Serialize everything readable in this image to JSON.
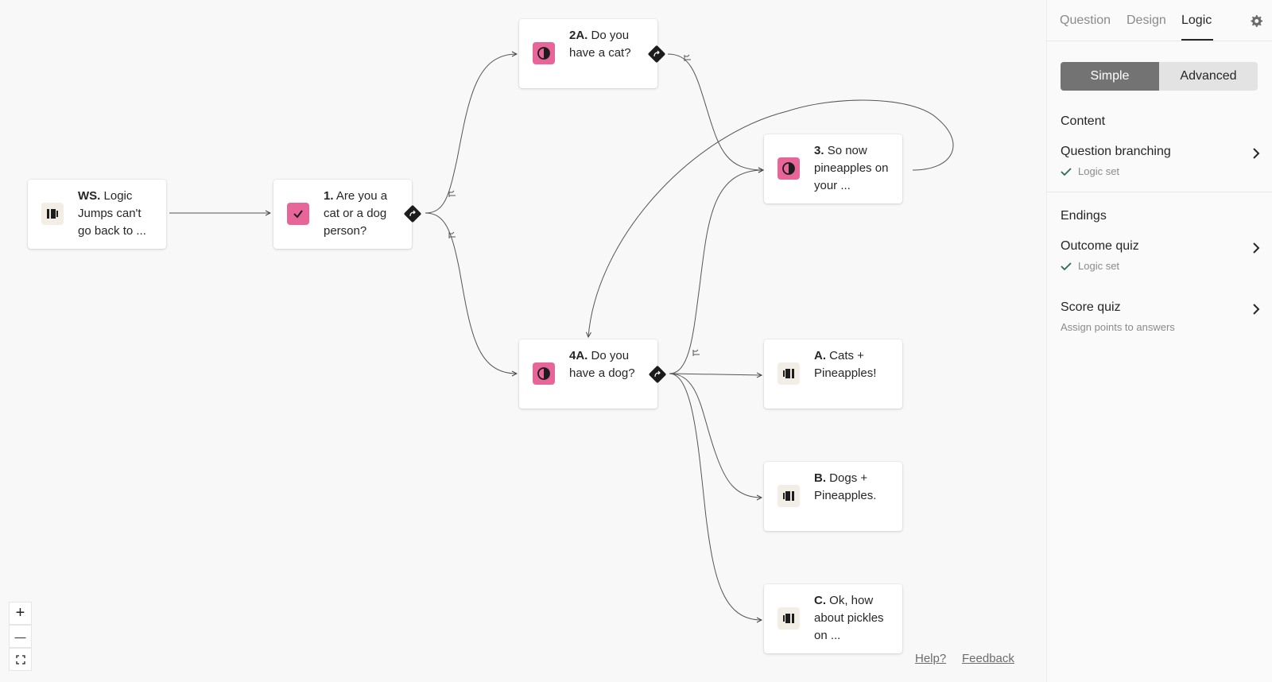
{
  "nodes": {
    "ws": {
      "num": "WS.",
      "title": "Logic Jumps can't go back to ..."
    },
    "q1": {
      "num": "1.",
      "title": "Are you a cat or a dog person?"
    },
    "q2a": {
      "num": "2A.",
      "title": "Do you have a cat?"
    },
    "q3": {
      "num": "3.",
      "title": "So now pineapples on your ..."
    },
    "q4a": {
      "num": "4A.",
      "title": "Do you have a dog?"
    },
    "endA": {
      "num": "A.",
      "title": "Cats + Pineapples!"
    },
    "endB": {
      "num": "B.",
      "title": "Dogs + Pineapples."
    },
    "endC": {
      "num": "C.",
      "title": "Ok, how about pickles on ..."
    }
  },
  "zoom_controls": {
    "zoom_in": "+",
    "zoom_out": "—"
  },
  "footer": {
    "help": "Help?",
    "feedback": "Feedback"
  },
  "panel": {
    "tabs": [
      "Question",
      "Design",
      "Logic"
    ],
    "active_tab": "Logic",
    "mode": {
      "simple": "Simple",
      "advanced": "Advanced",
      "selected": "Simple"
    },
    "content_title": "Content",
    "question_branching": {
      "label": "Question branching",
      "status": "Logic set"
    },
    "endings_title": "Endings",
    "outcome_quiz": {
      "label": "Outcome quiz",
      "status": "Logic set"
    },
    "score_quiz": {
      "label": "Score quiz",
      "subtext": "Assign points to answers"
    }
  },
  "colors": {
    "accent_pink": "#e8659a",
    "check_green": "#2d6b4f",
    "diamond": "#1c1c1c"
  },
  "icons": [
    "statement-icon",
    "checkbox-icon",
    "yes-no-icon",
    "ending-icon",
    "branch-icon",
    "jump-icon",
    "gear-icon",
    "chevron-right-icon",
    "checkmark-icon",
    "fit-screen-icon"
  ]
}
